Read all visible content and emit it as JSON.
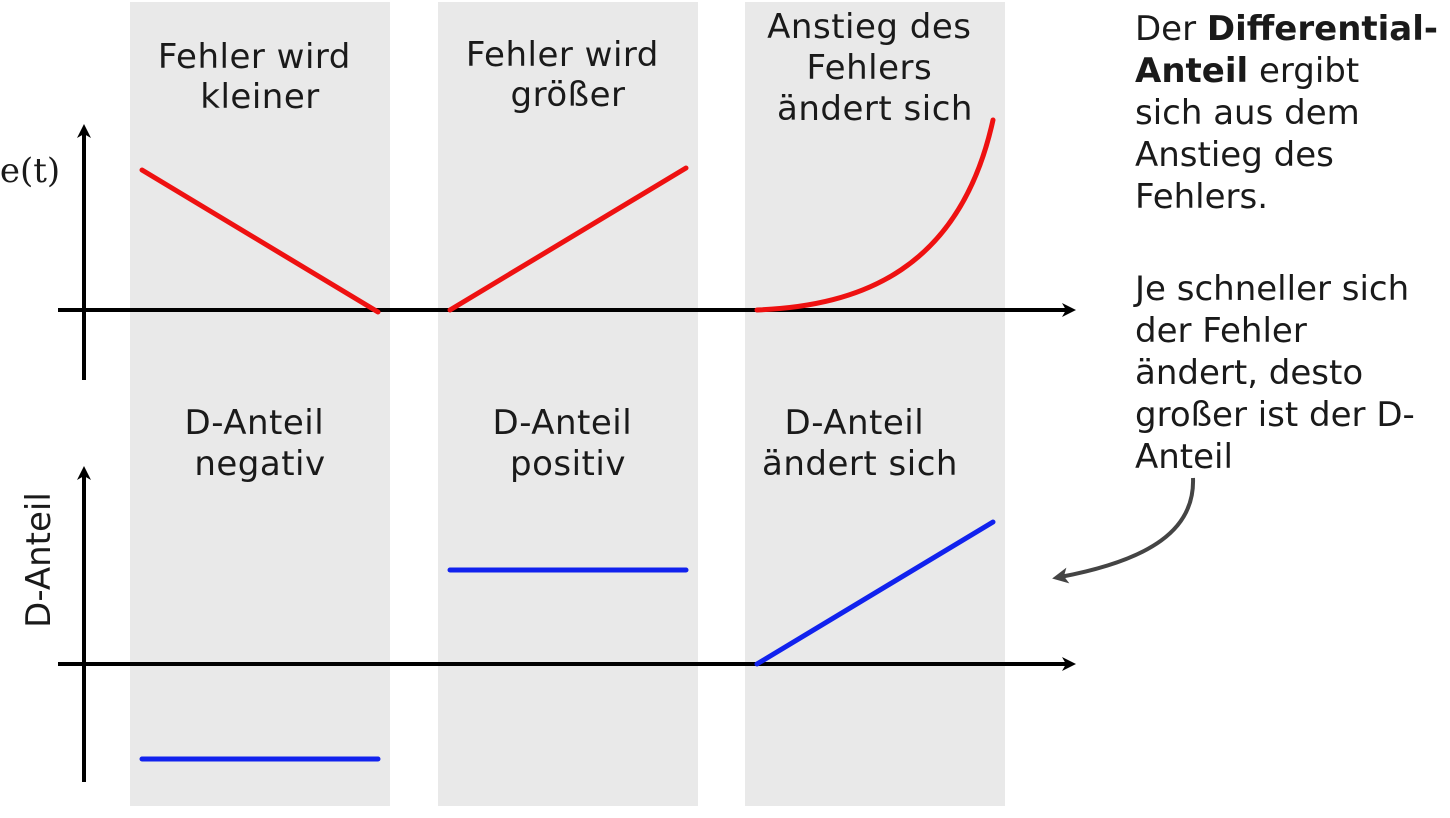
{
  "panels": [
    {
      "id": "p1",
      "top_label": [
        "Fehler wird",
        "kleiner"
      ],
      "bottom_label": [
        "D-Anteil",
        "negativ"
      ]
    },
    {
      "id": "p2",
      "top_label": [
        "Fehler wird",
        "größer"
      ],
      "bottom_label": [
        "D-Anteil",
        "positiv"
      ]
    },
    {
      "id": "p3",
      "top_label": [
        "Anstieg des",
        "Fehlers",
        "ändert sich"
      ],
      "bottom_label": [
        "D-Anteil",
        "ändert sich"
      ]
    }
  ],
  "axes": {
    "top_ylabel": "e(t)",
    "bottom_ylabel": "D-Anteil"
  },
  "note1": {
    "lines": [
      [
        {
          "text": "Der ",
          "bold": false
        },
        {
          "text": "Differential-",
          "bold": true
        }
      ],
      [
        {
          "text": "Anteil",
          "bold": true
        },
        {
          "text": " ergibt",
          "bold": false
        }
      ],
      [
        {
          "text": "sich aus dem",
          "bold": false
        }
      ],
      [
        {
          "text": "Anstieg des",
          "bold": false
        }
      ],
      [
        {
          "text": "Fehlers.",
          "bold": false
        }
      ]
    ]
  },
  "note2": {
    "lines": [
      "Je schneller sich",
      "der Fehler",
      "ändert, desto",
      "großer ist der D-",
      "Anteil"
    ]
  },
  "colors": {
    "panel_bg": "#e9e9e9",
    "error_curve": "#ee1111",
    "d_component": "#1122ee",
    "axis": "#000000",
    "annotation_arrow": "#444444"
  }
}
